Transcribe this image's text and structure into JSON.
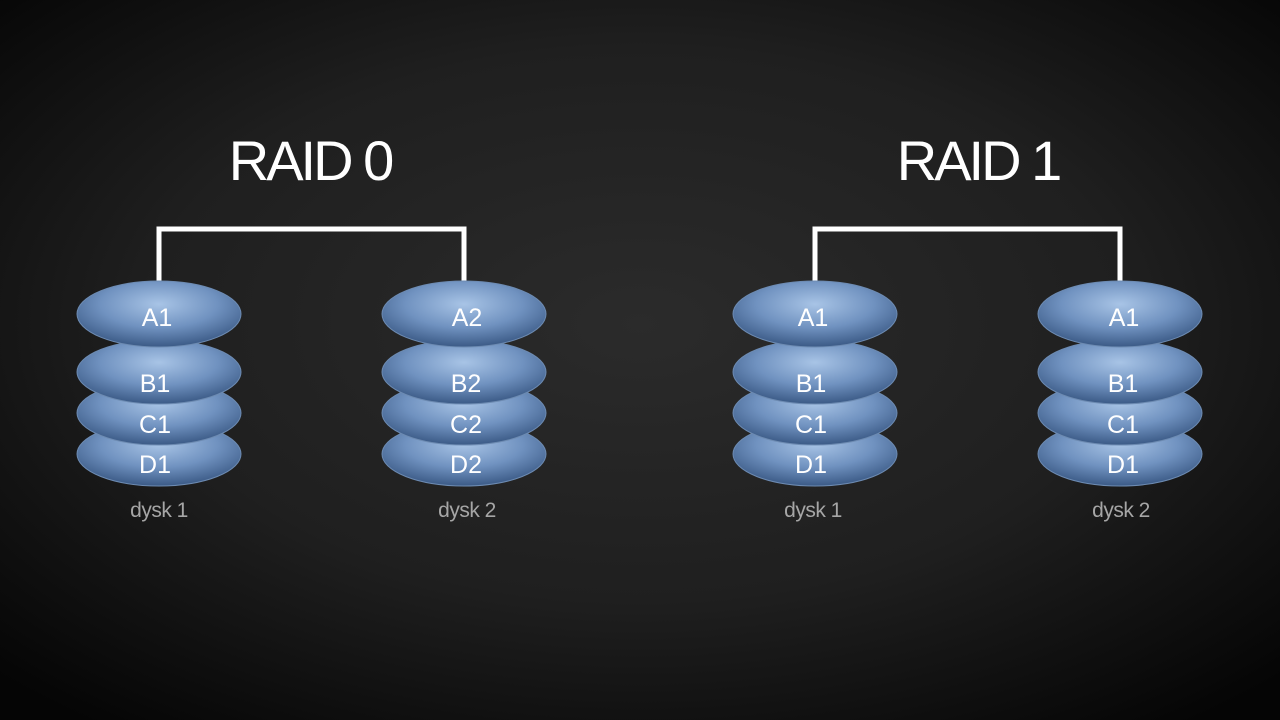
{
  "diagrams": [
    {
      "title": "RAID 0",
      "disks": [
        {
          "label": "dysk 1",
          "blocks": [
            "A1",
            "B1",
            "C1",
            "D1"
          ]
        },
        {
          "label": "dysk 2",
          "blocks": [
            "A2",
            "B2",
            "C2",
            "D2"
          ]
        }
      ]
    },
    {
      "title": "RAID 1",
      "disks": [
        {
          "label": "dysk 1",
          "blocks": [
            "A1",
            "B1",
            "C1",
            "D1"
          ]
        },
        {
          "label": "dysk 2",
          "blocks": [
            "A1",
            "B1",
            "C1",
            "D1"
          ]
        }
      ]
    }
  ],
  "colors": {
    "platter_light": "#9dbbe0",
    "platter_dark": "#3f5f8c",
    "connector": "#ffffff",
    "disk_label": "#a6a6a6"
  }
}
